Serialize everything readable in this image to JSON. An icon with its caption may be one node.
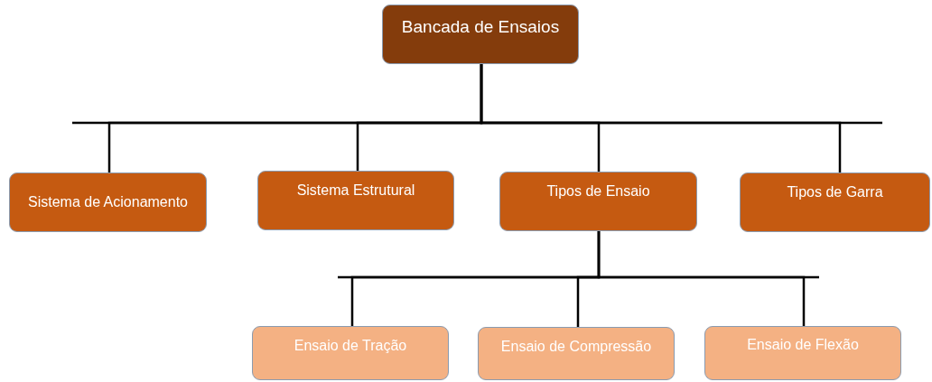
{
  "diagram": {
    "nodes": [
      {
        "text": [
          "Bancada de Ensaios"
        ]
      },
      {
        "text": [
          "Sistema de Acionamento"
        ]
      },
      {
        "text": [
          "Sistema Estrutural"
        ]
      },
      {
        "text": [
          "Tipos de Ensaio"
        ]
      },
      {
        "text": [
          "Tipos de Garra"
        ]
      },
      {
        "text": [
          "Ensaio de Tração"
        ]
      },
      {
        "text": [
          "Ensaio de Compressão"
        ]
      },
      {
        "text": [
          "Ensaio de Flexão"
        ]
      }
    ],
    "edges": [
      {
        "from": 0,
        "to": 1,
        "arrow": "none"
      },
      {
        "from": 0,
        "to": 2,
        "arrow": "none"
      },
      {
        "from": 0,
        "to": 3,
        "arrow": "none"
      },
      {
        "from": 0,
        "to": 4,
        "arrow": "none"
      },
      {
        "from": 3,
        "to": 5,
        "arrow": "none"
      },
      {
        "from": 3,
        "to": 6,
        "arrow": "none"
      },
      {
        "from": 3,
        "to": 7,
        "arrow": "none"
      }
    ]
  }
}
